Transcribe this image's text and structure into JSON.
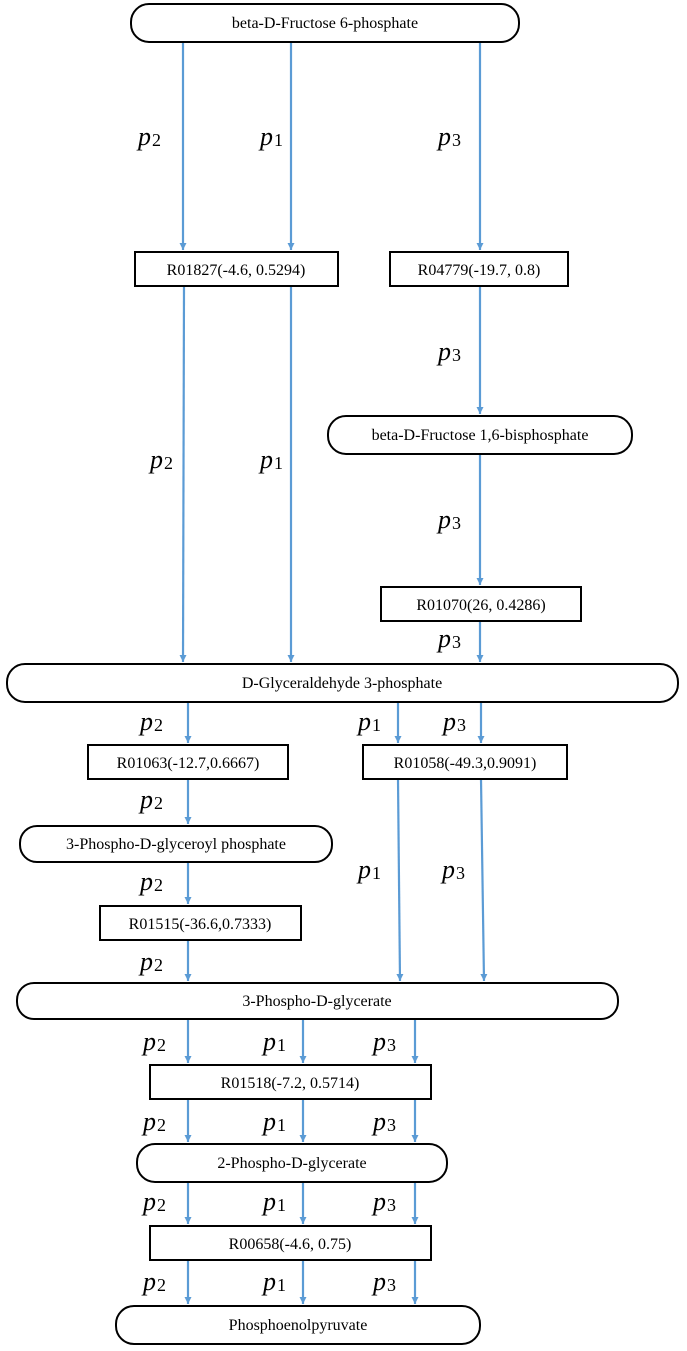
{
  "colors": {
    "arrow": "#5b9bd5",
    "stroke": "#000000"
  },
  "path_label_base": "p",
  "metabolites": {
    "f6p": "beta-D-Fructose 6-phosphate",
    "fbp": "beta-D-Fructose 1,6-bisphosphate",
    "g3p": "D-Glyceraldehyde 3-phosphate",
    "bpg": "3-Phospho-D-glyceroyl phosphate",
    "pg3": "3-Phospho-D-glycerate",
    "pg2": "2-Phospho-D-glycerate",
    "pep": "Phosphoenolpyruvate"
  },
  "reactions": {
    "r01827": "R01827(-4.6, 0.5294)",
    "r04779": "R04779(-19.7, 0.8)",
    "r01070": "R01070(26, 0.4286)",
    "r01063": "R01063(-12.7,0.6667)",
    "r01058": "R01058(-49.3,0.9091)",
    "r01515": "R01515(-36.6,0.7333)",
    "r01518": "R01518(-7.2, 0.5714)",
    "r00658": "R00658(-4.6, 0.75)"
  }
}
